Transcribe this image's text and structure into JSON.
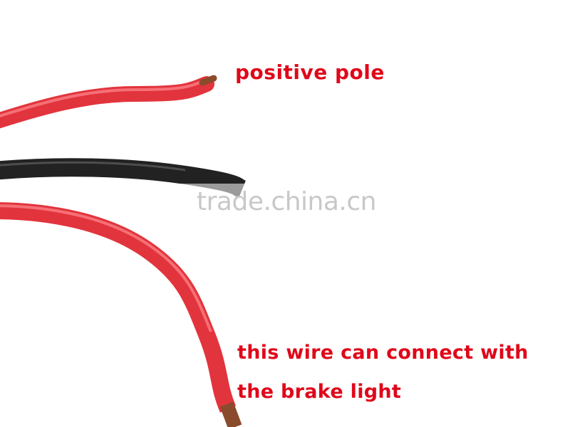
{
  "labels": {
    "positive_pole": "positive pole",
    "brake_line_1": "this wire can connect with",
    "brake_line_2": "the brake light"
  },
  "watermark": "trade.china.cn",
  "colors": {
    "label_red": "#e0071a",
    "wire_red": "#e2343d",
    "wire_black": "#222222",
    "copper": "#8a4b2c"
  }
}
